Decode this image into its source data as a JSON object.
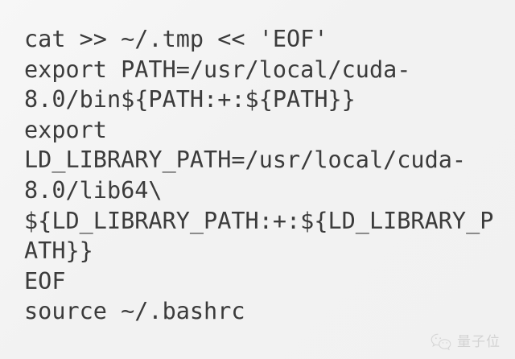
{
  "page": {
    "background_color": "#f3f3f3",
    "text_color": "#3b3b3b",
    "kind": "code-snippet-image"
  },
  "code": {
    "language": "shell",
    "lines": [
      "cat >> ~/.tmp << 'EOF'",
      "export PATH=/usr/local/cuda-",
      "8.0/bin${PATH:+:${PATH}}",
      "export",
      "LD_LIBRARY_PATH=/usr/local/cuda-",
      "8.0/lib64\\",
      "${LD_LIBRARY_PATH:+:${LD_LIBRARY_P",
      "ATH}}",
      "EOF",
      "source ~/.bashrc"
    ]
  },
  "watermark": {
    "icon": "wechat-icon",
    "text": "量子位",
    "color": "#8d8d8d"
  }
}
